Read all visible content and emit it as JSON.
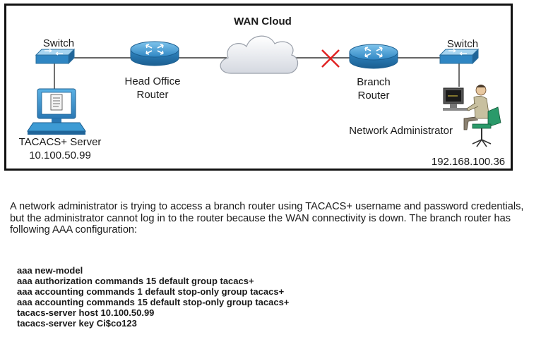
{
  "diagram": {
    "title": "WAN Cloud",
    "switch_left_label": "Switch",
    "switch_right_label": "Switch",
    "head_office_router_label": [
      "Head Office",
      "Router"
    ],
    "branch_router_label": [
      "Branch",
      "Router"
    ],
    "tacacs_server_label": "TACACS+ Server",
    "tacacs_server_ip": "10.100.50.99",
    "network_admin_label": "Network Administrator",
    "admin_ip": "192.168.100.36",
    "link_status": "down",
    "colors": {
      "router": "#3d9bd4",
      "switch": "#4aa3d6",
      "link_down_x": "#e02020",
      "cloud": "#eef0f4"
    }
  },
  "question": {
    "text": "A network administrator is trying to access a branch router using TACACS+ username and password credentials, but the administrator cannot log in to the router because the WAN connectivity is down. The branch router has following AAA configuration:"
  },
  "config": [
    "aaa new-model",
    "aaa authorization commands 15 default group tacacs+",
    "aaa accounting commands 1 default stop-only group tacacs+",
    "aaa accounting commands 15 default stop-only group tacacs+",
    "tacacs-server host 10.100.50.99",
    "tacacs-server key Ci$co123"
  ]
}
